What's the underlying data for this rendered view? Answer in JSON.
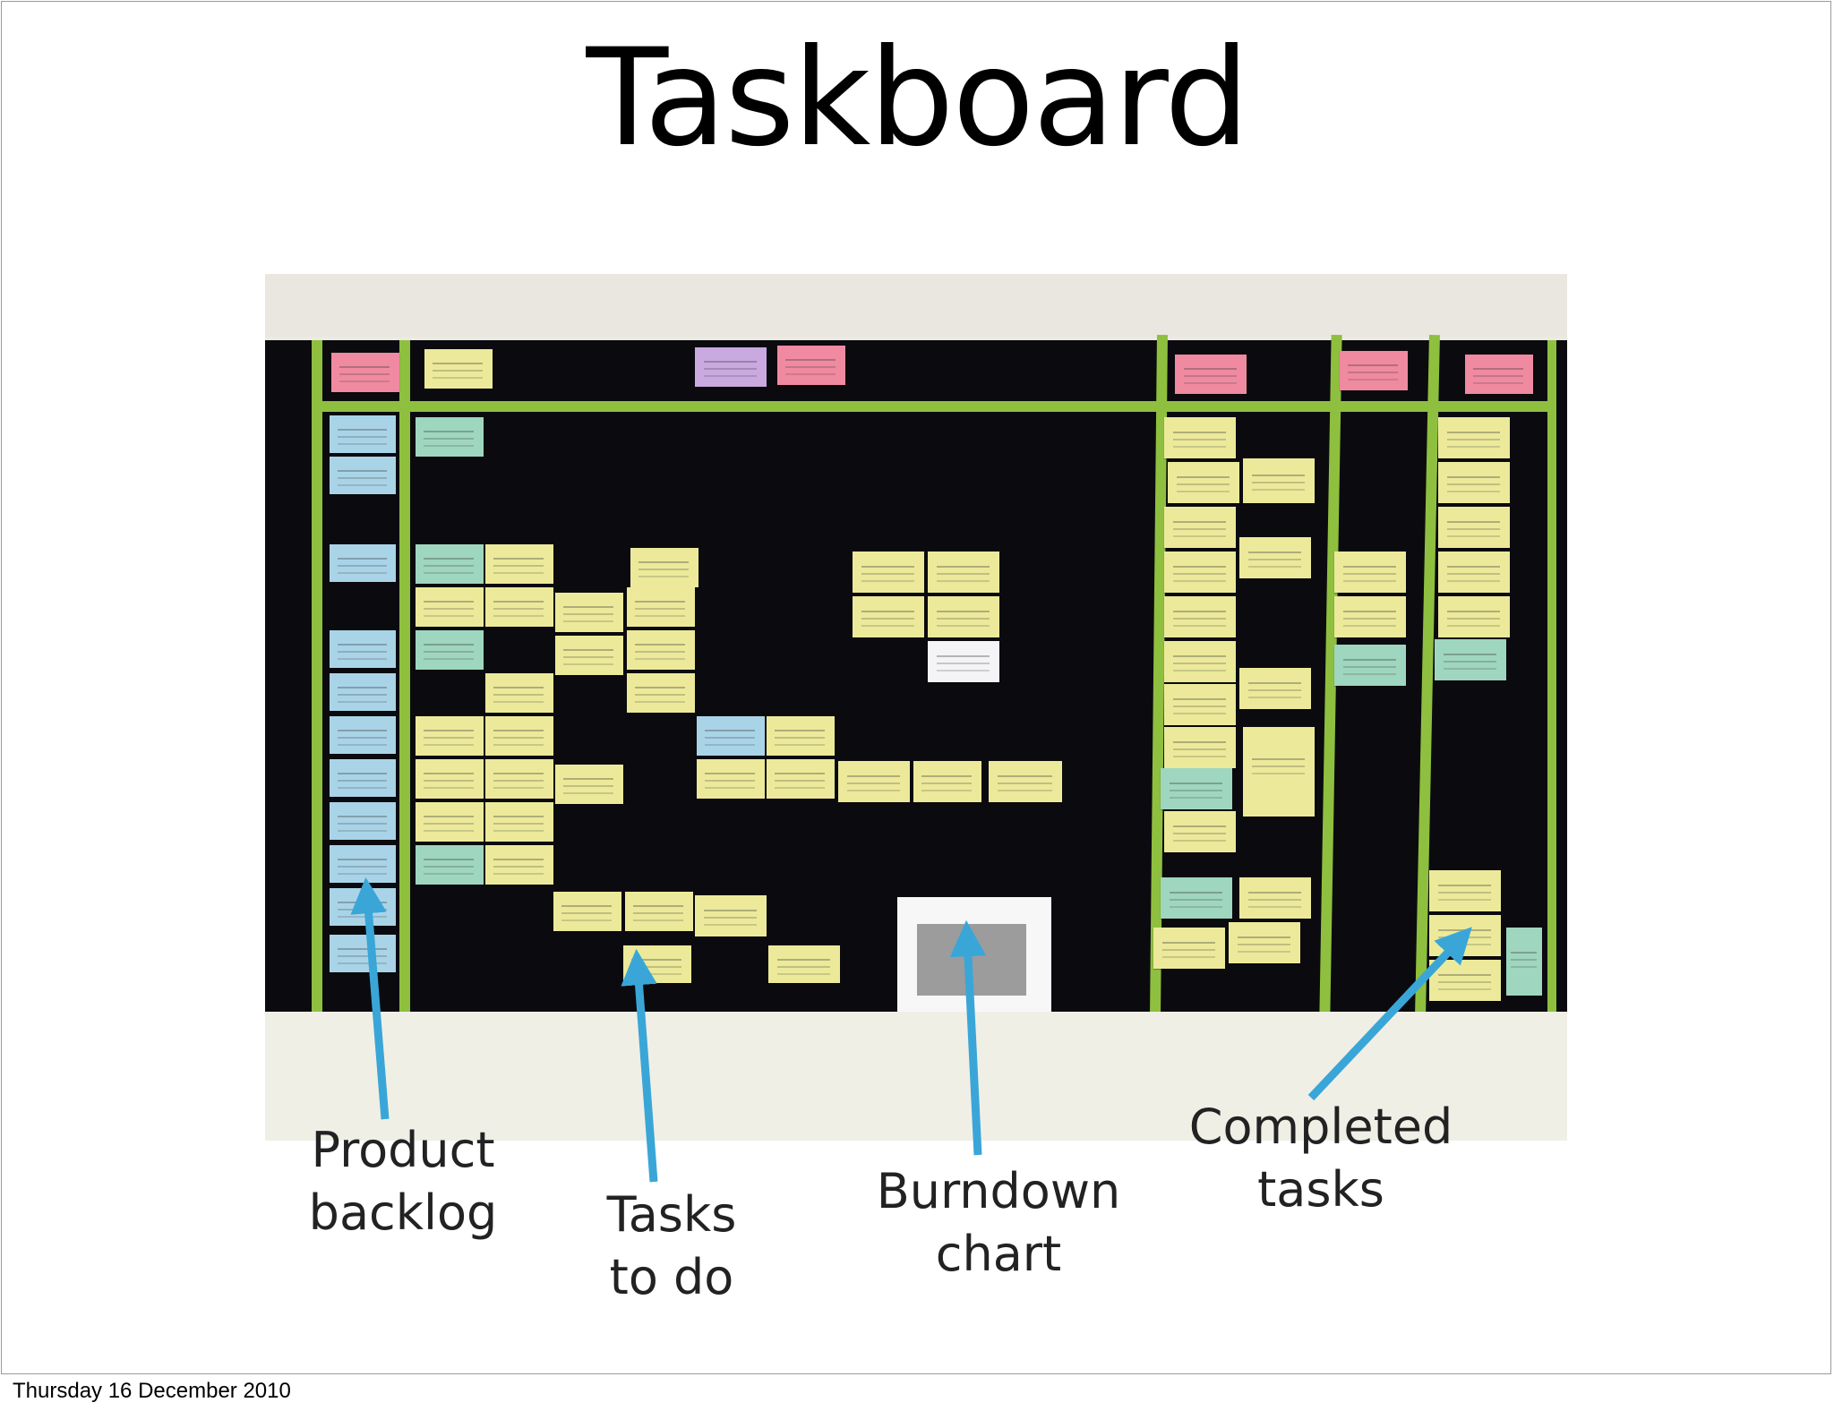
{
  "slide": {
    "title": "Taskboard",
    "footer_date": "Thursday 16 December 2010"
  },
  "photo": {
    "annotations": [
      {
        "id": "product-backlog",
        "line1": "Product",
        "line2": "backlog"
      },
      {
        "id": "tasks-to-do",
        "line1": "Tasks",
        "line2": "to do"
      },
      {
        "id": "burndown-chart",
        "line1": "Burndown",
        "line2": "chart"
      },
      {
        "id": "completed-tasks",
        "line1": "Completed",
        "line2": "tasks"
      }
    ],
    "colors": {
      "board": "#0b0b0f",
      "tape": "#8fbf3f",
      "arrow": "#3aa6d8",
      "card_yellow": "#ecea9a",
      "card_blue": "#a9d4e8",
      "card_green": "#9fd6bf",
      "card_pink": "#f08aa0"
    }
  }
}
